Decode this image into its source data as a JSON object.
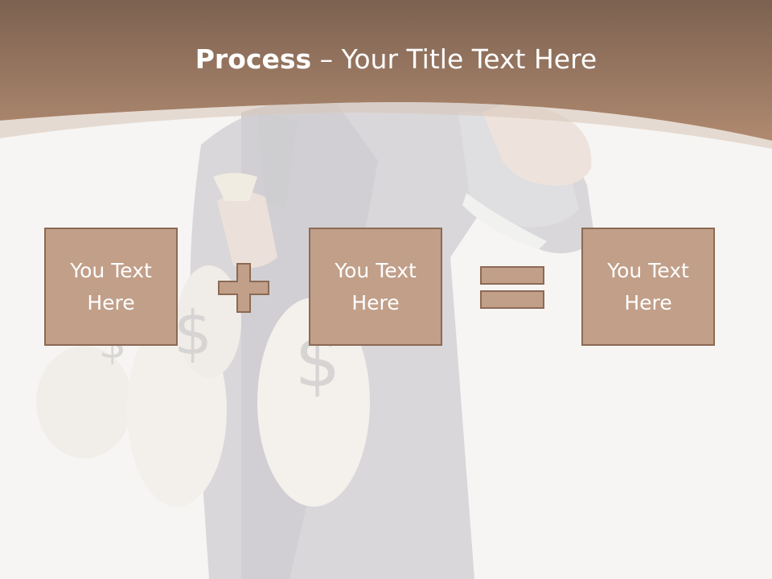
{
  "slide": {
    "title_bold": "Process",
    "title_rest": " – Your Title Text Here",
    "boxes": [
      {
        "text": "You Text\nHere"
      },
      {
        "text": "You Text\nHere"
      },
      {
        "text": "You Text\nHere"
      }
    ],
    "operators": [
      "plus-icon",
      "equals-icon"
    ]
  },
  "colors": {
    "header_brown": "#a07b62",
    "box_fill": "#c19f89",
    "box_border": "#8b6a55"
  }
}
